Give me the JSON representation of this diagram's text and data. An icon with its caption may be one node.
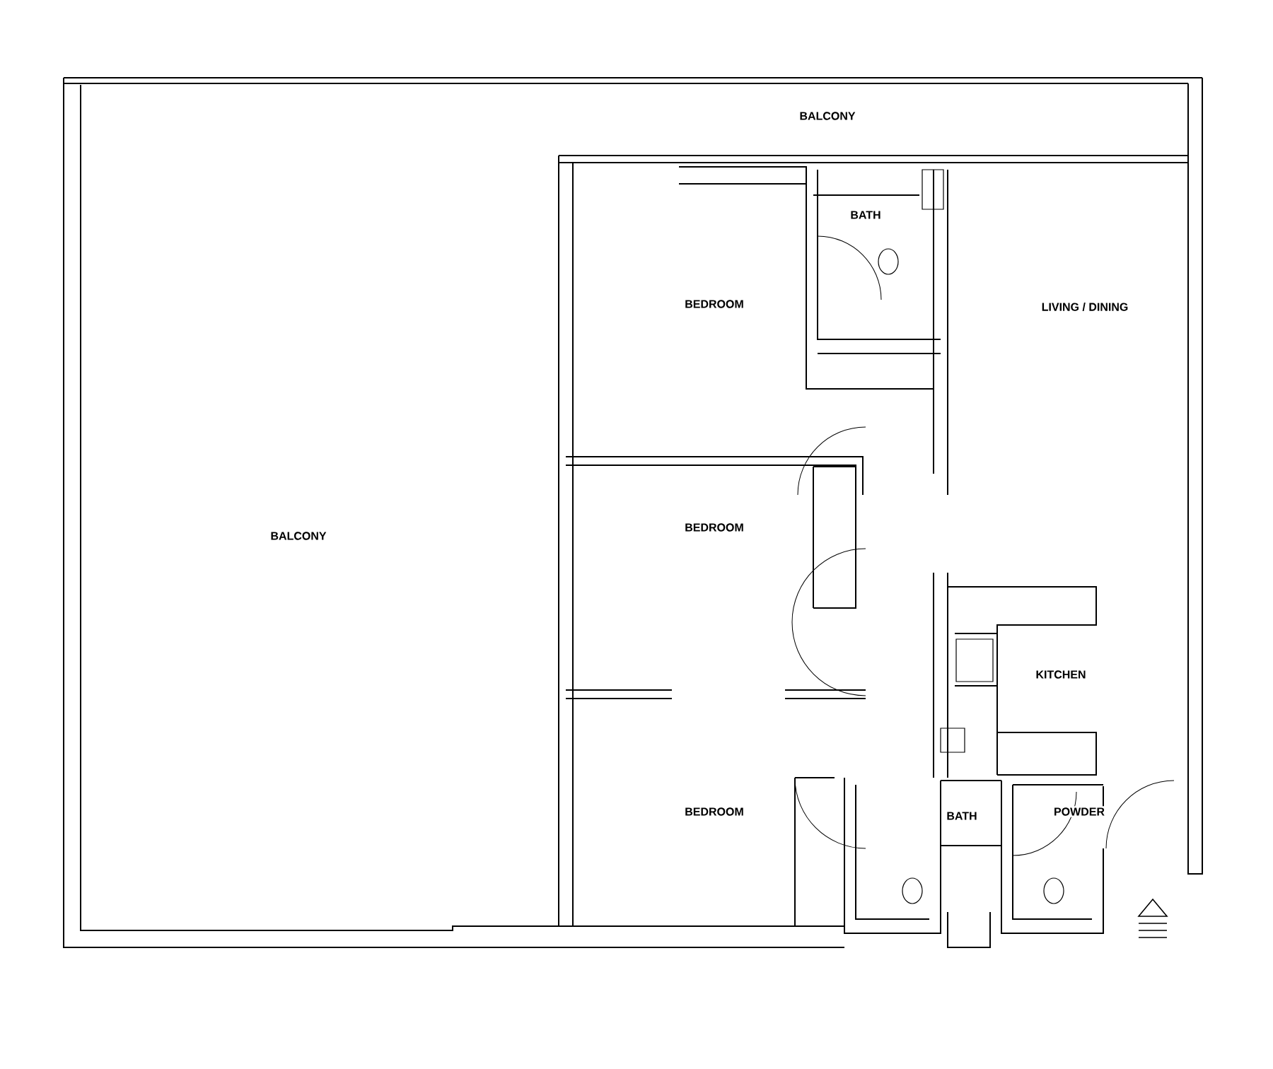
{
  "diagram": {
    "labels": [
      "BALCONY",
      "BATH",
      "BEDROOM",
      "LIVING / DINING",
      "BEDROOM",
      "BALCONY",
      "KITCHEN",
      "BEDROOM",
      "BATH",
      "POWDER"
    ]
  }
}
